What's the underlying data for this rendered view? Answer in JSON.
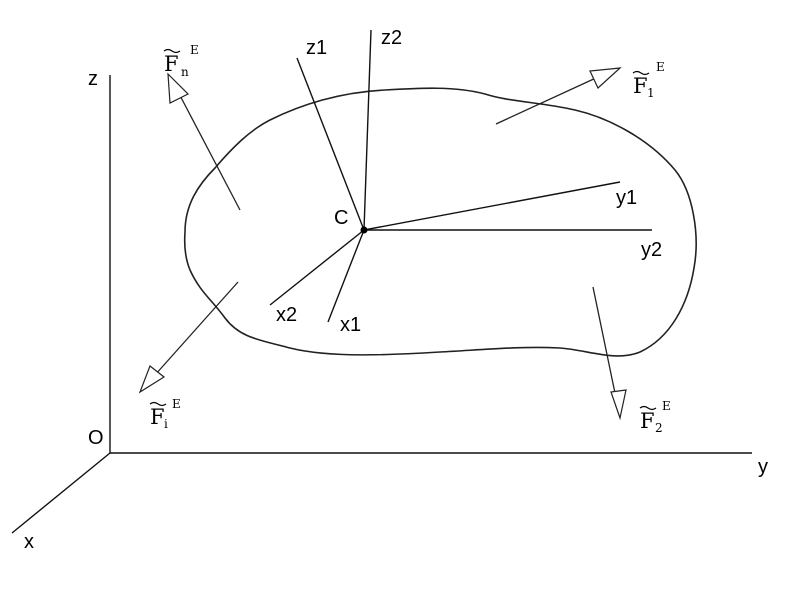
{
  "diagram": {
    "origin_label": "O",
    "center_label": "C",
    "fixed_axes": {
      "x": "x",
      "y": "y",
      "z": "z"
    },
    "frame1_axes": {
      "x": "x1",
      "y": "y1",
      "z": "z1"
    },
    "frame2_axes": {
      "x": "x2",
      "y": "y2",
      "z": "z2"
    },
    "forces": [
      {
        "name": "F",
        "subscript": "1",
        "superscript": "E"
      },
      {
        "name": "F",
        "subscript": "2",
        "superscript": "E"
      },
      {
        "name": "F",
        "subscript": "i",
        "superscript": "E"
      },
      {
        "name": "F",
        "subscript": "n",
        "superscript": "E"
      }
    ]
  }
}
